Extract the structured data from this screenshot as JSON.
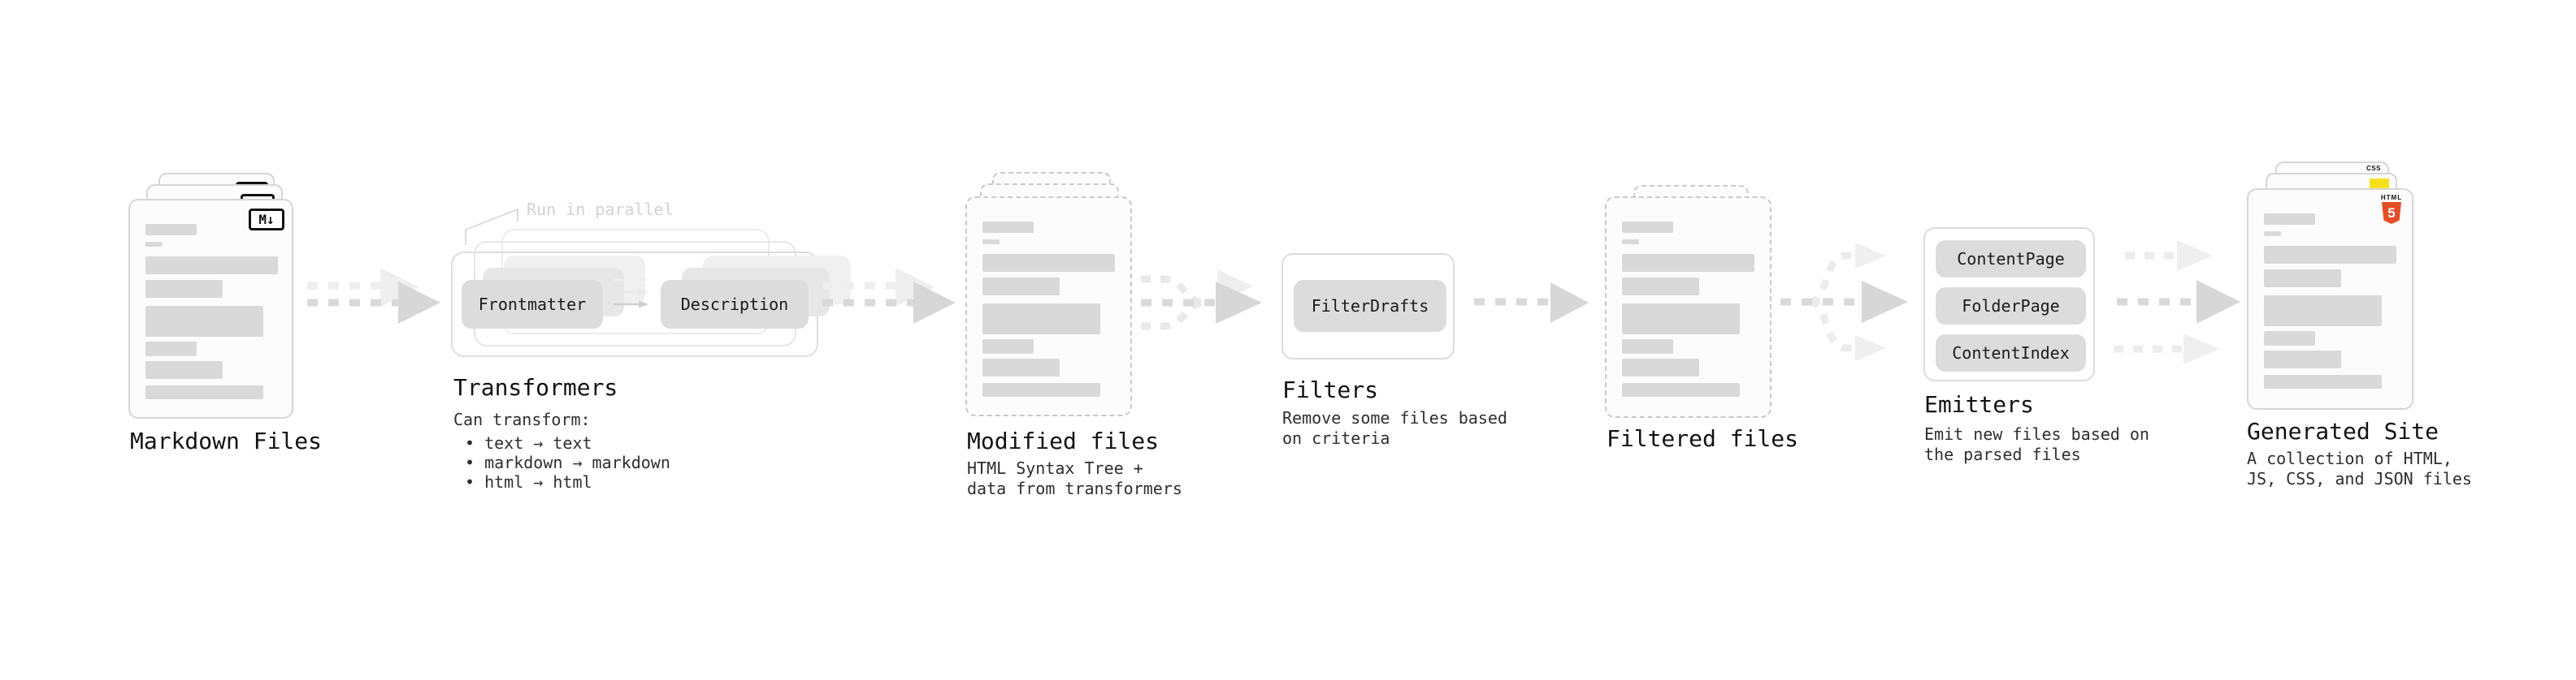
{
  "stages": {
    "markdown": {
      "label": "Markdown Files",
      "badge": "M↓"
    },
    "transformers": {
      "label": "Transformers",
      "note": "Run in parallel",
      "pills": [
        "Frontmatter",
        "Description"
      ],
      "desc_title": "Can transform:",
      "bullets": [
        "• text → text",
        "• markdown → markdown",
        "• html → html"
      ]
    },
    "modified": {
      "label": "Modified files",
      "desc": [
        "HTML Syntax Tree +",
        "data from transformers"
      ]
    },
    "filters": {
      "label": "Filters",
      "pills": [
        "FilterDrafts"
      ],
      "desc": [
        "Remove some files based",
        "on criteria"
      ]
    },
    "filtered": {
      "label": "Filtered files"
    },
    "emitters": {
      "label": "Emitters",
      "pills": [
        "ContentPage",
        "FolderPage",
        "ContentIndex"
      ],
      "desc": [
        "Emit new files based on",
        "the parsed files"
      ]
    },
    "generated": {
      "label": "Generated Site",
      "badges": {
        "css": "CSS",
        "js": "JS",
        "html_text": "HTML",
        "html_number": "5"
      },
      "desc": [
        "A collection of HTML,",
        "JS, CSS, and JSON files"
      ]
    }
  },
  "colors": {
    "html5_orange": "#e44d26",
    "js_yellow": "#f7df1e",
    "css_blue": "#2965f1",
    "bar_gray": "#d9d9d9",
    "pill_gray": "#dcdcdc",
    "arrow_dark": "#d9d9d9",
    "arrow_light": "#ededed"
  }
}
